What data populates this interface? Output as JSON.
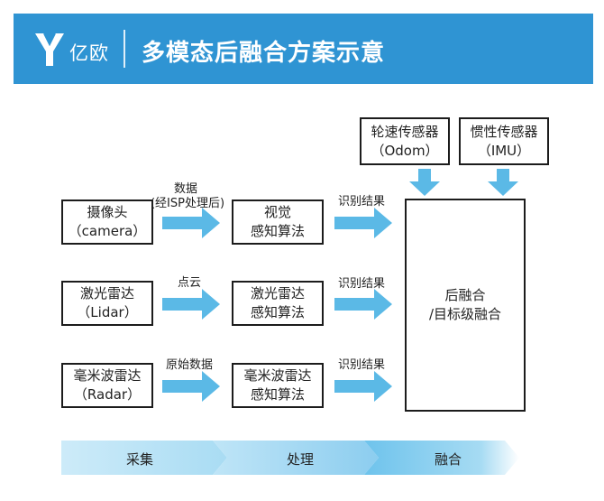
{
  "header": {
    "logo_text": "亿欧",
    "title": "多模态后融合方案示意",
    "bg_color": "#2f94d3"
  },
  "sensors": [
    {
      "name": "摄像头",
      "sub": "（camera）",
      "data_label_1": "数据",
      "data_label_2": "(经ISP处理后)",
      "algo_1": "视觉",
      "algo_2": "感知算法",
      "result_label": "识别结果"
    },
    {
      "name": "激光雷达",
      "sub": "（Lidar）",
      "data_label_1": "点云",
      "algo_1": "激光雷达",
      "algo_2": "感知算法",
      "result_label": "识别结果"
    },
    {
      "name": "毫米波雷达",
      "sub": "（Radar）",
      "data_label_1": "原始数据",
      "algo_1": "毫米波雷达",
      "algo_2": "感知算法",
      "result_label": "识别结果"
    }
  ],
  "aux_sensors": [
    {
      "name": "轮速传感器",
      "sub": "（Odom）"
    },
    {
      "name": "惯性传感器",
      "sub": "（IMU）"
    }
  ],
  "fusion": {
    "line1": "后融合",
    "line2": "/目标级融合"
  },
  "stages": [
    "采集",
    "处理",
    "融合"
  ],
  "colors": {
    "arrow": "#5bb9e6",
    "pipeline_light": "#d2eefa",
    "pipeline_mid": "#96d3f0",
    "pipeline_dark": "#6ec3ec"
  }
}
